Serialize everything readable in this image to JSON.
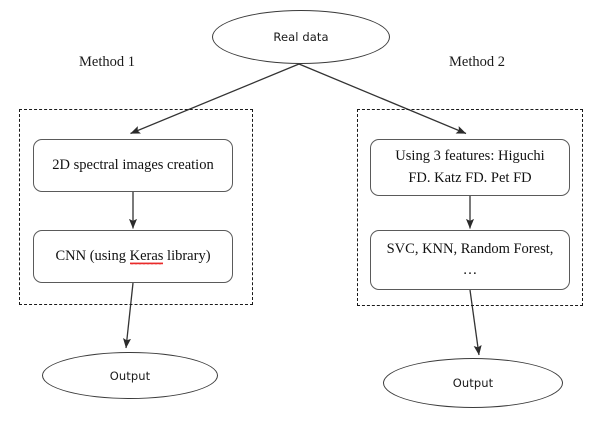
{
  "diagram": {
    "title": "Two-method processing pipeline flowchart",
    "colors": {
      "node_stroke": "#3b3b3b",
      "box_stroke": "#5a5a5a",
      "frame_stroke": "#1a1a1a",
      "edge_stroke": "#333333",
      "spellcheck_underline": "#e8201f",
      "background": "#ffffff",
      "text": "#111111"
    },
    "source": {
      "label": "Real data",
      "shape": "ellipse"
    },
    "branches": [
      {
        "caption": "Method 1",
        "steps": [
          {
            "label": "2D spectral images creation",
            "shape": "rounded-rectangle"
          },
          {
            "label": "CNN (using Keras library)",
            "shape": "rounded-rectangle",
            "prefix": "CNN (using ",
            "misspelled_word": "Keras",
            "suffix": " library)"
          }
        ],
        "output": {
          "label": "Output",
          "shape": "ellipse"
        }
      },
      {
        "caption": "Method 2",
        "steps": [
          {
            "label": "Using 3 features: Higuchi FD. Katz FD. Pet FD",
            "shape": "rounded-rectangle",
            "line1": "Using 3 features: Higuchi",
            "line2": "FD. Katz FD. Pet FD"
          },
          {
            "label": "SVC, KNN, Random Forest, …",
            "shape": "rounded-rectangle",
            "line1": "SVC, KNN, Random Forest,",
            "line2": "…"
          }
        ],
        "output": {
          "label": "Output",
          "shape": "ellipse"
        }
      }
    ]
  }
}
